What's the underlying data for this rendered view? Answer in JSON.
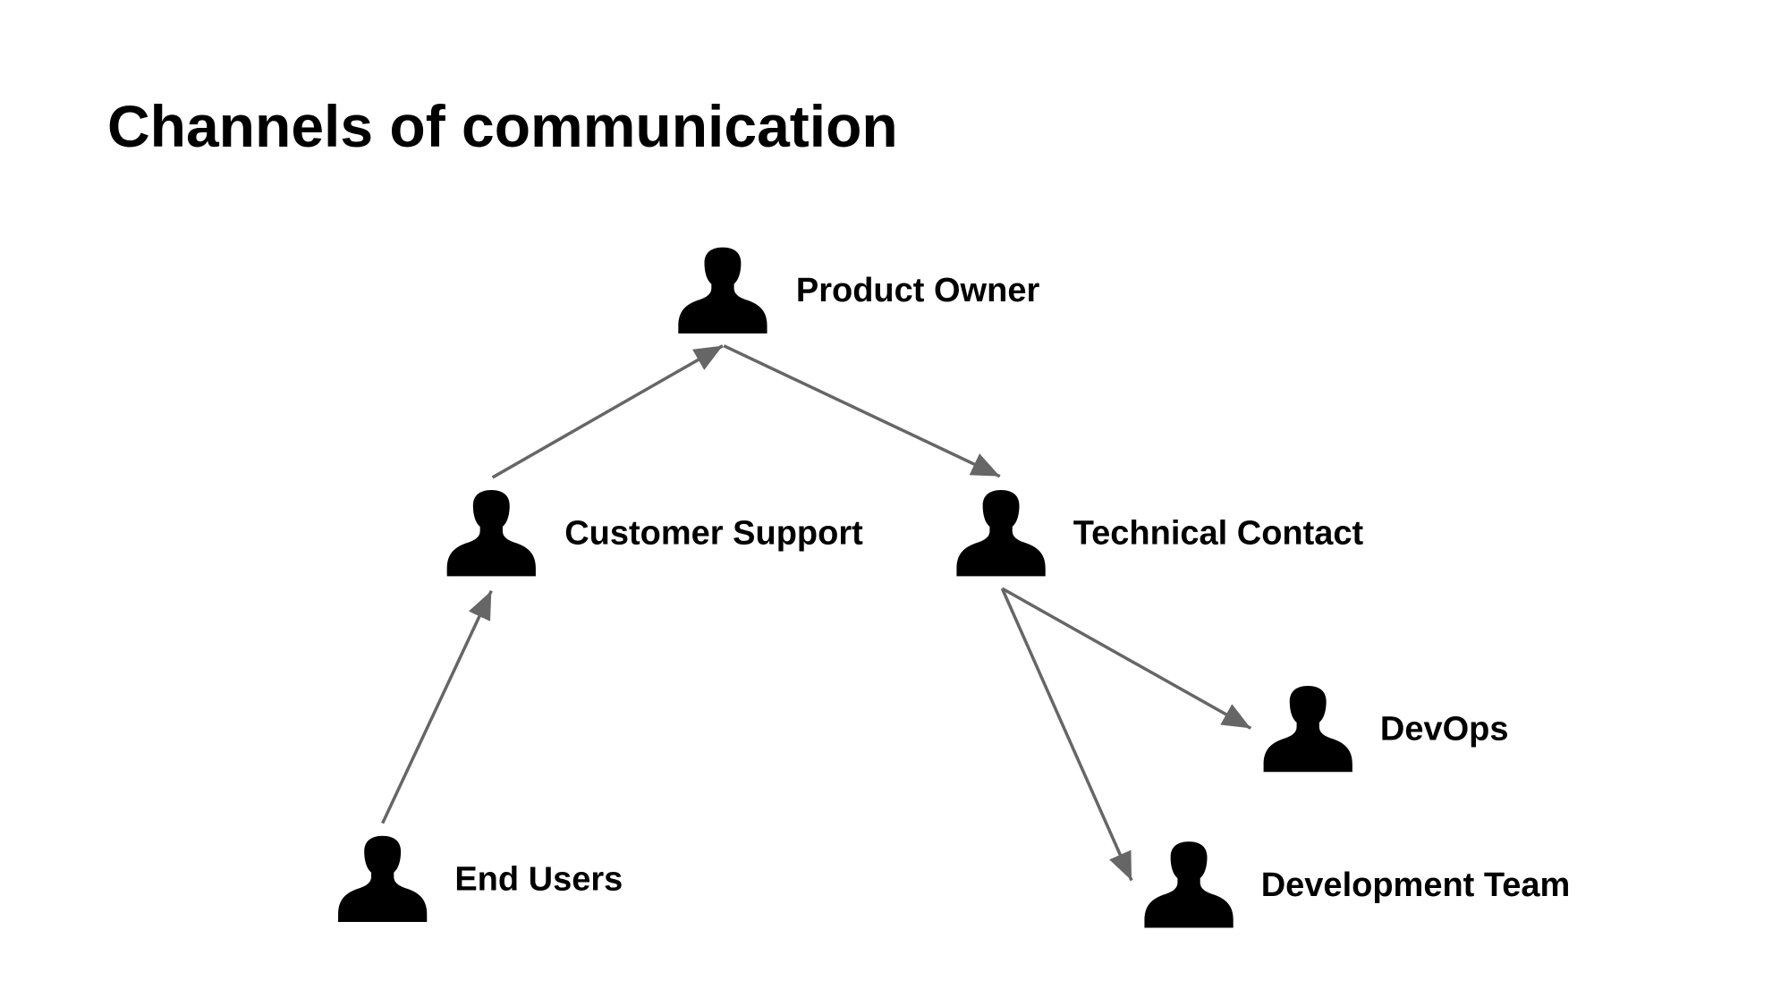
{
  "title": "Channels of communication",
  "nodes": [
    {
      "id": "product-owner",
      "label": "Product Owner",
      "icon": "person-icon"
    },
    {
      "id": "customer-support",
      "label": "Customer Support",
      "icon": "person-icon"
    },
    {
      "id": "technical-contact",
      "label": "Technical Contact",
      "icon": "person-icon"
    },
    {
      "id": "end-users",
      "label": "End Users",
      "icon": "person-icon"
    },
    {
      "id": "devops",
      "label": "DevOps",
      "icon": "person-icon"
    },
    {
      "id": "development-team",
      "label": "Development Team",
      "icon": "person-icon"
    }
  ],
  "edges": [
    {
      "from": "end-users",
      "to": "customer-support"
    },
    {
      "from": "customer-support",
      "to": "product-owner"
    },
    {
      "from": "product-owner",
      "to": "technical-contact"
    },
    {
      "from": "technical-contact",
      "to": "devops"
    },
    {
      "from": "technical-contact",
      "to": "development-team"
    }
  ],
  "colors": {
    "arrow": "#666666",
    "icon": "#000000",
    "text": "#000000",
    "background": "#ffffff"
  }
}
